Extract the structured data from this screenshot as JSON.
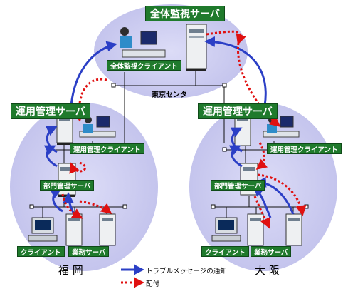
{
  "top": {
    "server_label": "全体監視サーバ",
    "client_label": "全体監視クライアント",
    "center_label": "東京センタ"
  },
  "left_site": {
    "site_name": "福 岡",
    "ops_server_label": "運用管理サーバ",
    "ops_client_label": "運用管理クライアント",
    "dept_server_label": "部門管理サーバ",
    "client_label": "クライアント",
    "business_server_label": "業務サーバ"
  },
  "right_site": {
    "site_name": "大 阪",
    "ops_server_label": "運用管理サーバ",
    "ops_client_label": "運用管理クライアント",
    "dept_server_label": "部門管理サーバ",
    "client_label": "クライアント",
    "business_server_label": "業務サーバ"
  },
  "legend": {
    "items": [
      {
        "label": "トラブルメッセージの通知",
        "style": "solid-arrow",
        "color": "#2b3fc6"
      },
      {
        "label": "配付",
        "style": "dotted-arrow",
        "color": "#e01010"
      }
    ]
  },
  "colors": {
    "region_fill": "#cdcdf0",
    "label_bg": "#1f7a2c",
    "notify_arrow": "#2b3fc6",
    "deploy_arrow": "#e01010"
  }
}
